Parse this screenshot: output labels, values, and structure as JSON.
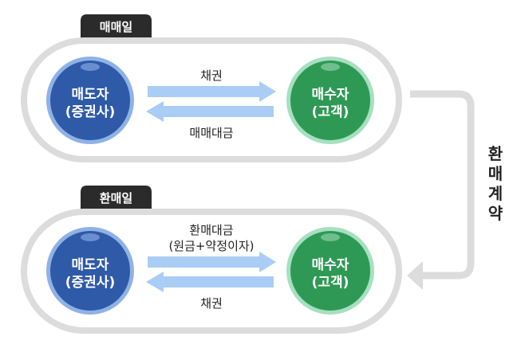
{
  "colors": {
    "track": "#dcdcdc",
    "tab_bg": "#2b2b2b",
    "seller_fill": "#2e5aa8",
    "seller_ring": "#8fb2e6",
    "buyer_fill": "#2e9955",
    "buyer_ring": "#a6e0c0",
    "arrow": "#a9cdf5",
    "text": "#222222"
  },
  "panels": [
    {
      "tab_label": "매매일",
      "seller": {
        "line1": "매도자",
        "line2": "(증권사)"
      },
      "buyer": {
        "line1": "매수자",
        "line2": "(고객)"
      },
      "to_buyer_label": [
        "채권"
      ],
      "to_seller_label": [
        "매매대금"
      ]
    },
    {
      "tab_label": "환매일",
      "seller": {
        "line1": "매도자",
        "line2": "(증권사)"
      },
      "buyer": {
        "line1": "매수자",
        "line2": "(고객)"
      },
      "to_buyer_label": [
        "환매대금",
        "(원금+약정이자)"
      ],
      "to_seller_label": [
        "채권"
      ]
    }
  ],
  "connector": {
    "label_chars": [
      "환",
      "매",
      "계",
      "약"
    ]
  }
}
